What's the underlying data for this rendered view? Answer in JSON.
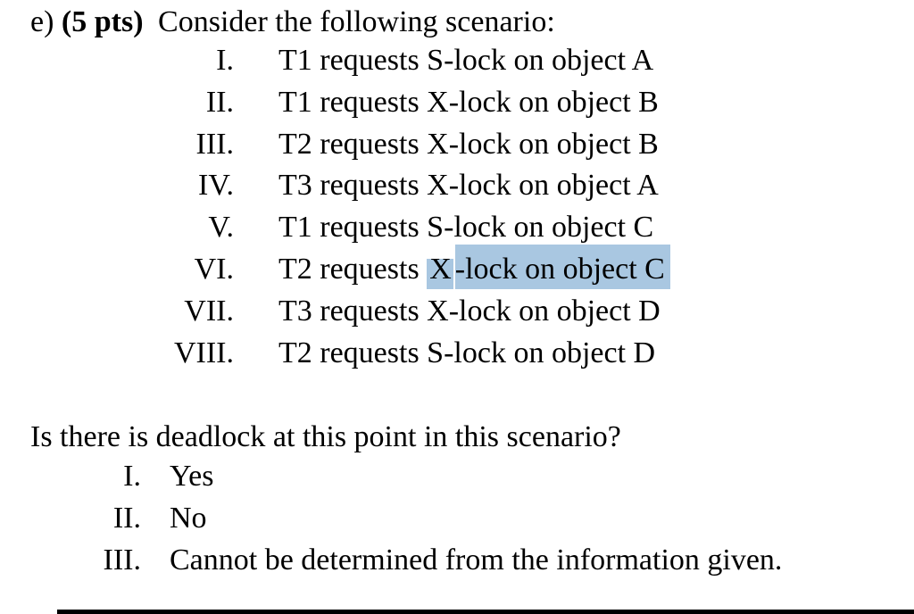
{
  "document": {
    "heading": {
      "item_label": "e)",
      "points": "(5 pts)",
      "text": "Consider the following scenario:"
    },
    "scenario": {
      "selection_highlight_color": "#a9c7e1",
      "steps": [
        {
          "numeral": "I.",
          "text": "T1 requests S-lock on object A"
        },
        {
          "numeral": "II.",
          "text": "T1 requests X-lock on object B"
        },
        {
          "numeral": "III.",
          "text": "T2 requests X-lock on object B"
        },
        {
          "numeral": "IV.",
          "text": "T3 requests X-lock on object A"
        },
        {
          "numeral": "V.",
          "text": "T1 requests S-lock on object C"
        },
        {
          "numeral": "VI.",
          "text_before_selection": "T2 requests ",
          "selection_first": "X",
          "selection_rest": "-lock on object C"
        },
        {
          "numeral": "VII.",
          "text": "T3 requests X-lock on object D"
        },
        {
          "numeral": "VIII.",
          "text": "T2 requests S-lock on object D"
        }
      ]
    },
    "question": "Is there is deadlock at this point in this scenario?",
    "answers": [
      {
        "numeral": "I.",
        "text": "Yes"
      },
      {
        "numeral": "II.",
        "text": "No"
      },
      {
        "numeral": "III.",
        "text": "Cannot be determined from the information given."
      }
    ]
  }
}
